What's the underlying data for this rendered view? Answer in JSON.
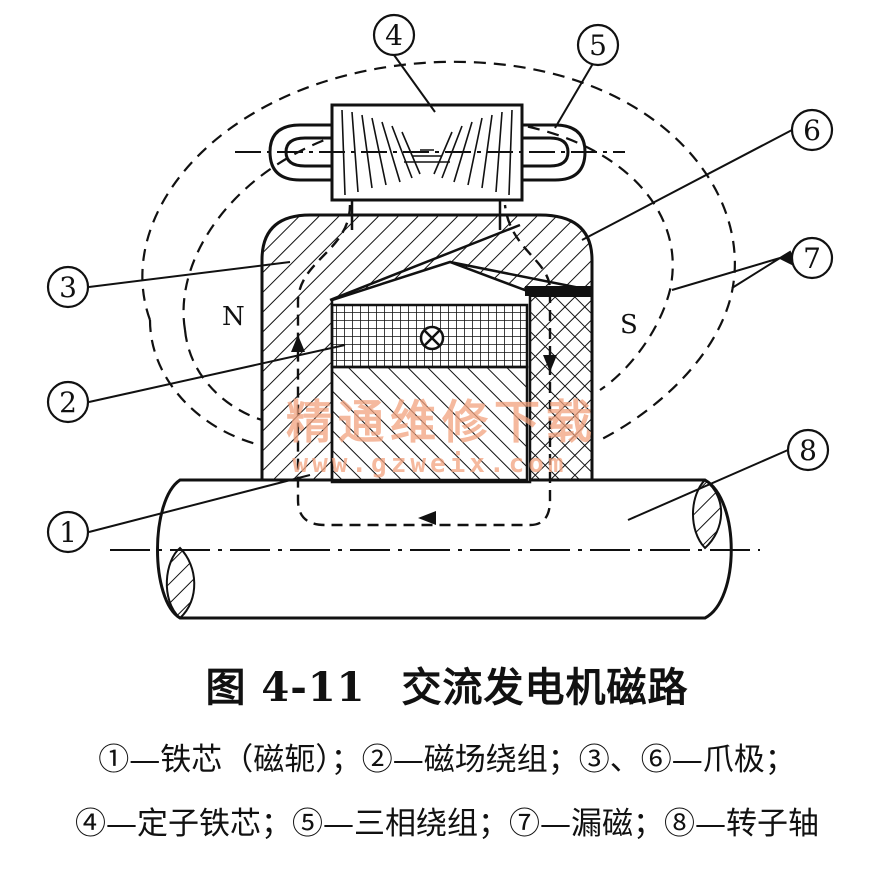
{
  "figure": {
    "callouts": [
      {
        "id": "1",
        "symbol": "①"
      },
      {
        "id": "2",
        "symbol": "②"
      },
      {
        "id": "3",
        "symbol": "③"
      },
      {
        "id": "4",
        "symbol": "④"
      },
      {
        "id": "5",
        "symbol": "⑤"
      },
      {
        "id": "6",
        "symbol": "⑥"
      },
      {
        "id": "7",
        "symbol": "⑦"
      },
      {
        "id": "8",
        "symbol": "⑧"
      }
    ],
    "pole_north": "N",
    "pole_south": "S",
    "watermark_text": "精通维修下载",
    "watermark_url": "www.gzweix.com"
  },
  "caption": {
    "figure_number": "图 4-11",
    "figure_title": "交流发电机磁路",
    "legend_line_1": "①—铁芯（磁轭）；②—磁场绕组；③、⑥—爪极；",
    "legend_line_2": "④—定子铁芯；⑤—三相绕组；⑦—漏磁；⑧—转子轴"
  },
  "colors": {
    "ink": "#111111",
    "watermark": "#f2a27e",
    "background": "#ffffff"
  }
}
